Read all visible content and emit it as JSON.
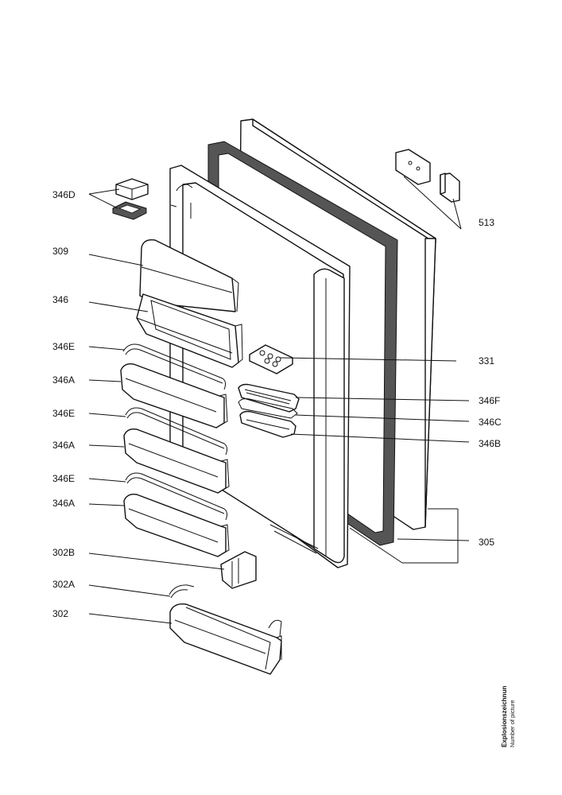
{
  "labels": {
    "l346D": "346D",
    "l309": "309",
    "l346": "346",
    "l346E_1": "346E",
    "l346A_1": "346A",
    "l346E_2": "346E",
    "l346A_2": "346A",
    "l346E_3": "346E",
    "l346A_3": "346A",
    "l302B": "302B",
    "l302A": "302A",
    "l302": "302",
    "l513": "513",
    "l331": "331",
    "l346F": "346F",
    "l346C": "346C",
    "l346B": "346B",
    "l305": "305"
  },
  "caption": {
    "title": "Explosionszeichnun",
    "subtitle": "Number of picture"
  }
}
